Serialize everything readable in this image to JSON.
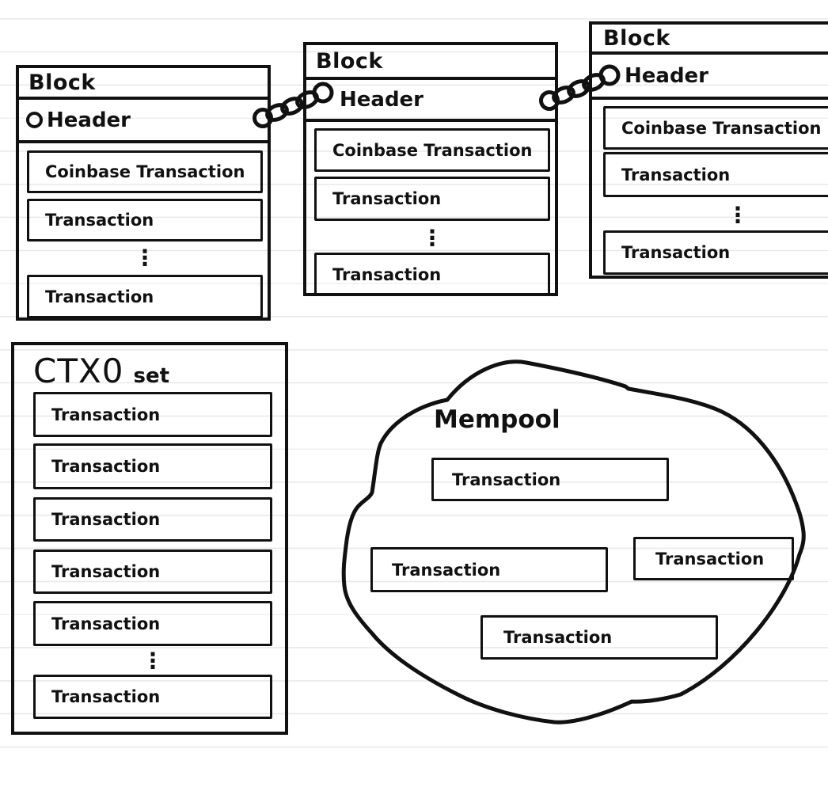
{
  "palette": {
    "ink": "#111111",
    "paper": "#ffffff",
    "rule_line": "#e8e8e8"
  },
  "symbols": {
    "vertical_ellipsis": "⋮"
  },
  "blocks": [
    {
      "title": "Block",
      "header_label": "Header",
      "rows": [
        "Coinbase Transaction",
        "Transaction",
        "Transaction"
      ]
    },
    {
      "title": "Block",
      "header_label": "Header",
      "rows": [
        "Coinbase Transaction",
        "Transaction",
        "Transaction"
      ]
    },
    {
      "title": "Block",
      "header_label": "Header",
      "rows": [
        "Coinbase Transaction",
        "Transaction",
        "Transaction"
      ]
    }
  ],
  "utxo_panel": {
    "title": "CTX0",
    "subtitle": "set",
    "rows": [
      "Transaction",
      "Transaction",
      "Transaction",
      "Transaction",
      "Transaction",
      "Transaction"
    ]
  },
  "mempool": {
    "title": "Mempool",
    "rows": [
      "Transaction",
      "Transaction",
      "Transaction",
      "Transaction"
    ]
  }
}
